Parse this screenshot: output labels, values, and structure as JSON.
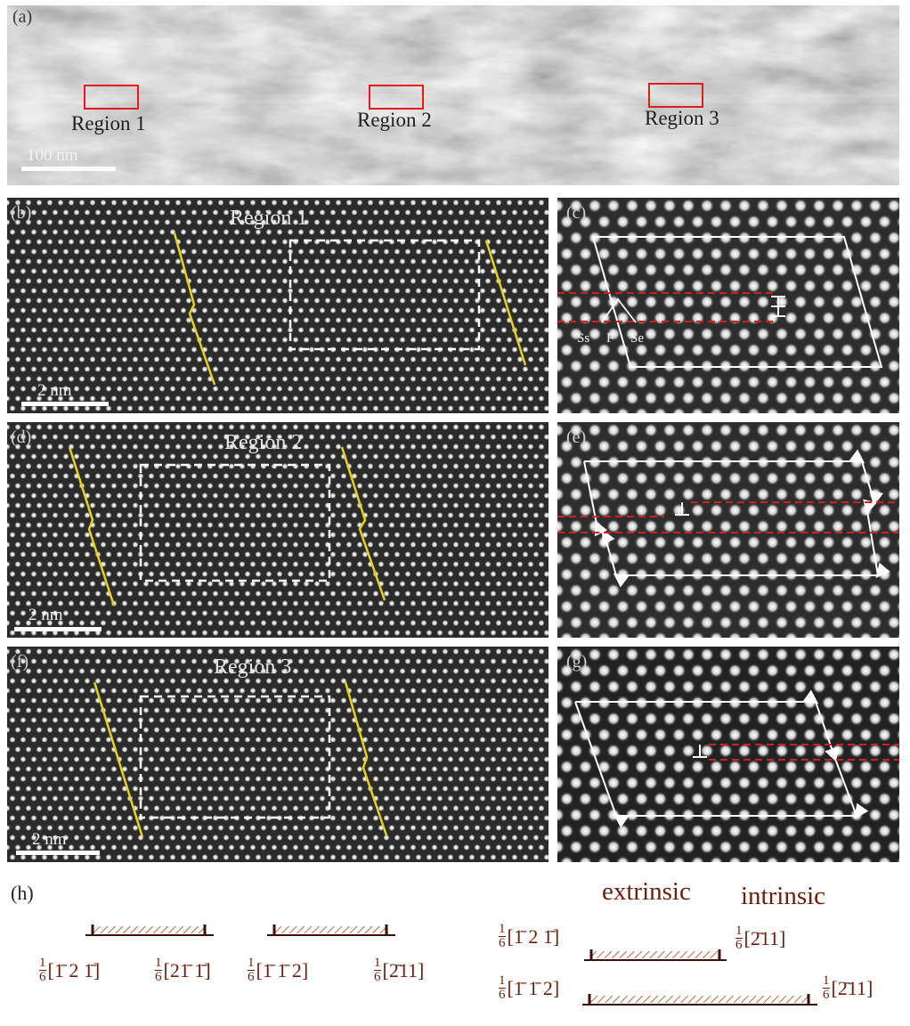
{
  "panels": {
    "a": {
      "label": "(a)",
      "scale_bar": "100 nm",
      "regions": [
        "Region 1",
        "Region 2",
        "Region 3"
      ]
    },
    "b": {
      "label": "(b)",
      "title": "Region 1",
      "scale_bar": "2 nm"
    },
    "c": {
      "label": "(c)",
      "annotations": [
        "Ss",
        "F",
        "Se"
      ]
    },
    "d": {
      "label": "(d)",
      "title": "Region 2",
      "scale_bar": "2 nm"
    },
    "e": {
      "label": "(e)"
    },
    "f": {
      "label": "(f)",
      "title": "Region 3",
      "scale_bar": "2 nm"
    },
    "g": {
      "label": "(g)"
    },
    "h": {
      "label": "(h)",
      "extrinsic": "extrinsic",
      "intrinsic": "intrinsic",
      "fraction": {
        "num": "1",
        "den": "6"
      },
      "pairs": [
        {
          "left": "[1̄ 2 1̄]",
          "right": "[21̄ 1̄]"
        },
        {
          "left": "[1̄ 1̄ 2]",
          "right": "[2̄11]"
        }
      ],
      "legend_rows": [
        {
          "left": "[1̄ 2 1̄]",
          "right": "[2̄11]"
        },
        {
          "left": "[1̄ 1̄ 2]",
          "right": "[2̄11]"
        }
      ]
    }
  },
  "colors": {
    "region_box": "#e01c1c",
    "boundary_line": "#e6d21a",
    "dashed_box": "#ffffff",
    "stacking_fault_line": "#d02020",
    "legend_text": "#6b1e0e",
    "hatch": "#b06a4a"
  }
}
